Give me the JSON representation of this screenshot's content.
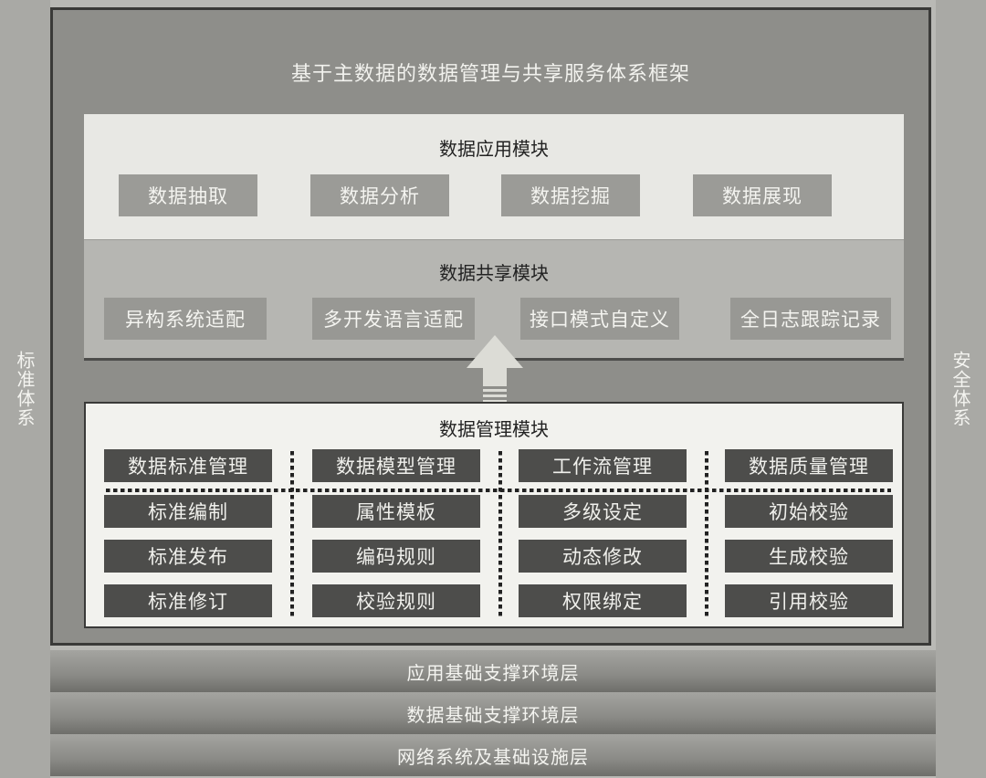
{
  "left_pillar": {
    "label": "标准体系"
  },
  "right_pillar": {
    "label": "安全体系"
  },
  "framework": {
    "title": "基于主数据的数据管理与共享服务体系框架",
    "application_module": {
      "title": "数据应用模块",
      "items": [
        "数据抽取",
        "数据分析",
        "数据挖掘",
        "数据展现"
      ]
    },
    "sharing_module": {
      "title": "数据共享模块",
      "items": [
        "异构系统适配",
        "多开发语言适配",
        "接口模式自定义",
        "全日志跟踪记录"
      ]
    },
    "flow_arrow": {
      "icon": "up-arrow-icon",
      "direction": "up"
    },
    "management_module": {
      "title": "数据管理模块",
      "columns": [
        {
          "header": "数据标准管理",
          "items": [
            "标准编制",
            "标准发布",
            "标准修订"
          ]
        },
        {
          "header": "数据模型管理",
          "items": [
            "属性模板",
            "编码规则",
            "校验规则"
          ]
        },
        {
          "header": "工作流管理",
          "items": [
            "多级设定",
            "动态修改",
            "权限绑定"
          ]
        },
        {
          "header": "数据质量管理",
          "items": [
            "初始校验",
            "生成校验",
            "引用校验"
          ]
        }
      ]
    }
  },
  "base_layers": [
    {
      "label": "应用基础支撑环境层"
    },
    {
      "label": "数据基础支撑环境层"
    },
    {
      "label": "网络系统及基础设施层"
    }
  ],
  "colors": {
    "frame_fill": "#8e8e8a",
    "frame_border": "#3a3a38",
    "app_panel": "#e8e8e4",
    "share_panel": "#b6b6b2",
    "mgmt_panel": "#f2f2ee",
    "mgmt_cell": "#4d4d4b",
    "pillar": "#a9a9a5"
  }
}
